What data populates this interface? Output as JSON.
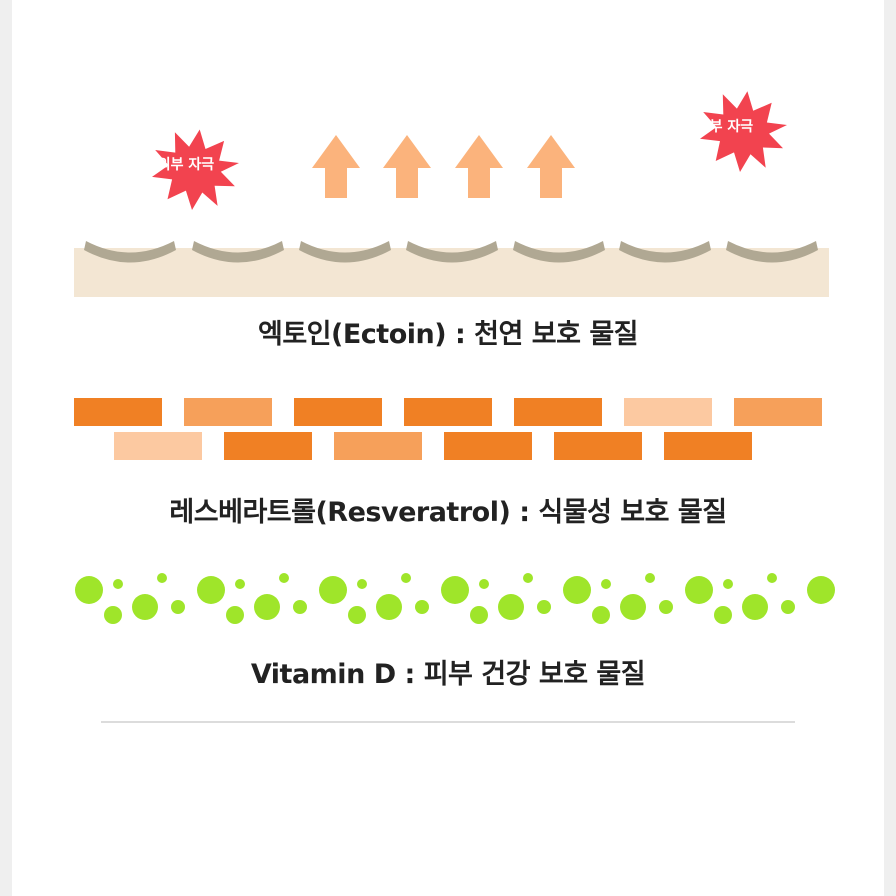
{
  "colors": {
    "page_bg": "#ffffff",
    "outer_bg": "#efefef",
    "irritant_red": "#f2434f",
    "arrow_peach": "#fbb37c",
    "skin_beige": "#f3e6d3",
    "scale_gray": "#b0a893",
    "brick_dark": "#f08024",
    "brick_mid": "#f6a05a",
    "brick_light": "#fcc9a1",
    "bubble_green": "#9fe52a",
    "caption_text": "#222222",
    "divider": "#dcdcdc"
  },
  "section_ectoin": {
    "irritant_left_label": "외부 자극",
    "irritant_right_label": "외부 자극",
    "caption": "엑토인(Ectoin) : 천연 보호 물질"
  },
  "section_resveratrol": {
    "caption": "레스베라트롤(Resveratrol) : 식물성 보호 물질"
  },
  "section_vitamin_d": {
    "caption": "Vitamin D : 피부 건강 보호 물질"
  }
}
